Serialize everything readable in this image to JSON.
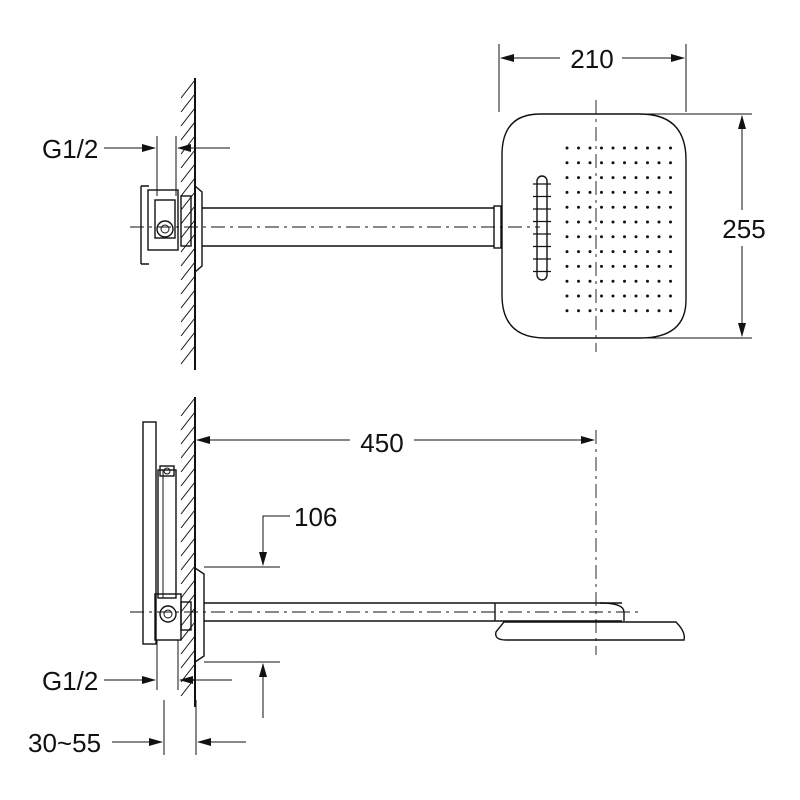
{
  "dimensions": {
    "head_width": "210",
    "head_height": "255",
    "arm_length": "450",
    "drop": "106",
    "thread_top": "G1/2",
    "thread_bottom": "G1/2",
    "wall_range": "30~55"
  },
  "colors": {
    "line": "#111111",
    "background": "#ffffff"
  }
}
